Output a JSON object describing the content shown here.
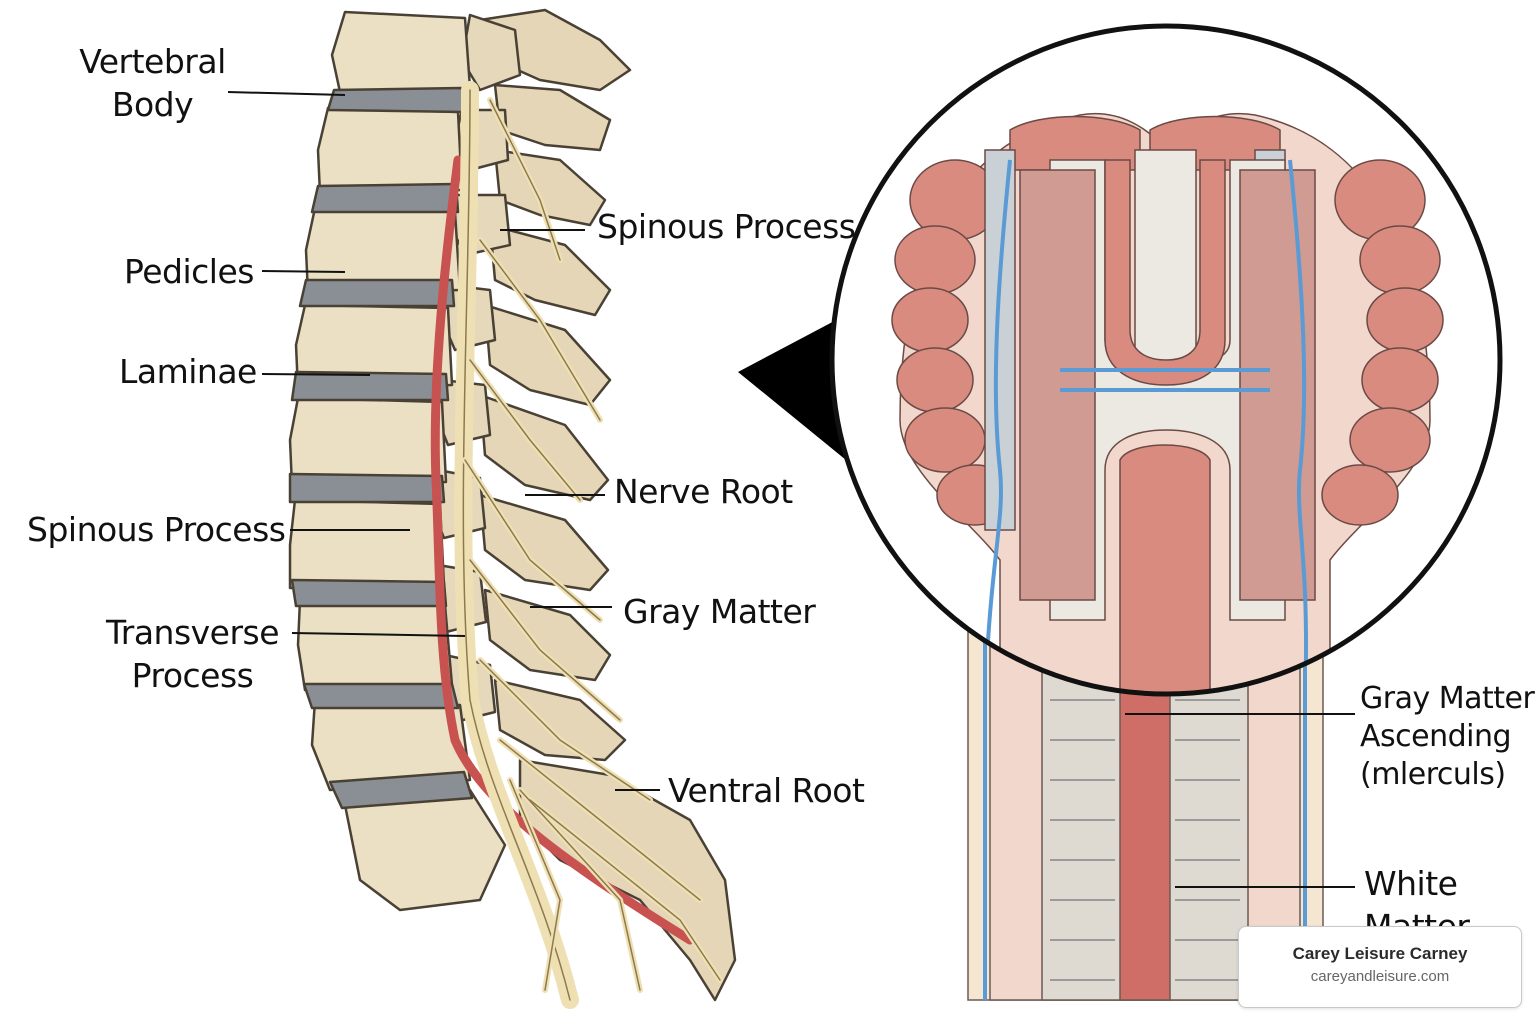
{
  "labels": {
    "vertebral_body": [
      "Vertebral",
      "Body"
    ],
    "pedicles": "Pedicles",
    "laminae": "Laminae",
    "spinous_process_left": "Spinous Process",
    "transverse_process": [
      "Transverse",
      "Process"
    ],
    "spinous_process_right": "Spinous Process",
    "nerve_root": "Nerve Root",
    "gray_matter": "Gray Matter",
    "ventral_root": "Ventral Root",
    "gray_matter_ascending": [
      "Gray Matter",
      "Ascending",
      "(mlerculs)"
    ],
    "white_matter": [
      "White",
      "Matter"
    ]
  },
  "watermark": {
    "name": "Carey Leisure Carney",
    "url": "careyandleisure.com"
  },
  "colors": {
    "bone": "#e8dcc0",
    "bone_outline": "#4a4135",
    "disc": "#8a8f96",
    "nerve": "#efe0b4",
    "artery": "#c8524f",
    "tissue_pink": "#d98b80",
    "white_matter": "#e9e6e0",
    "vessel_blue": "#5b9bd5"
  }
}
